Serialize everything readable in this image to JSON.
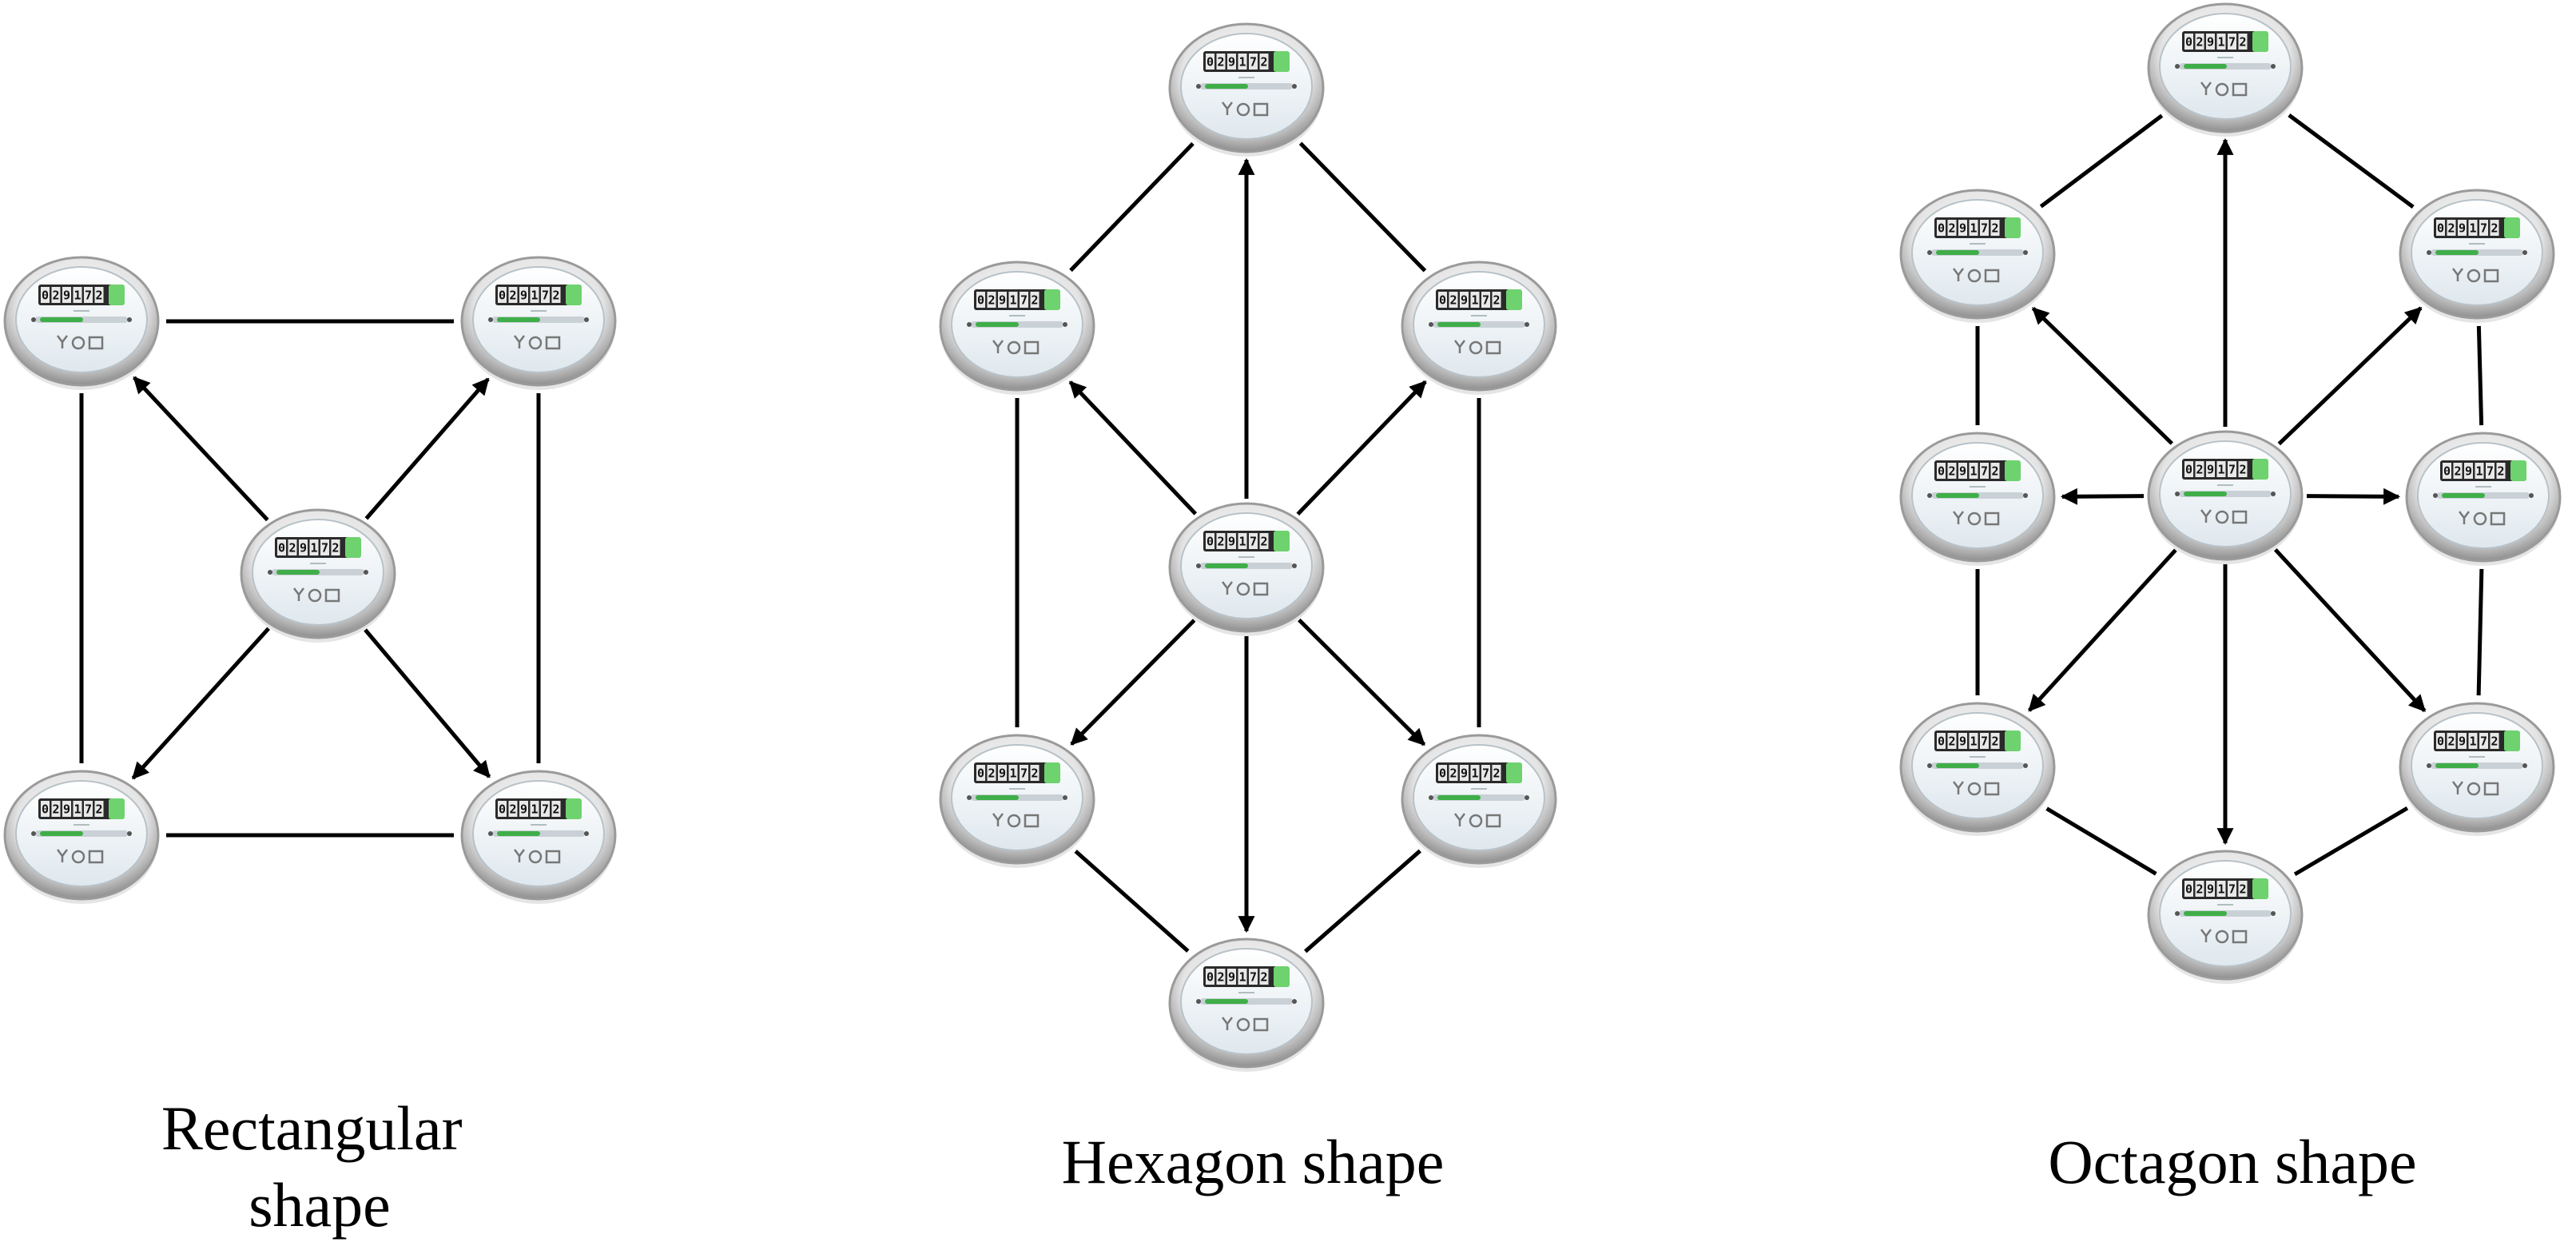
{
  "colors": {
    "line": "#000000",
    "meter_rim_outer": "#9a9a9a",
    "meter_rim_light": "#f2f2f2",
    "meter_face": "#eef4f8",
    "display_bg": "#2a2a2a",
    "display_digit_bg": "#e8e8e8",
    "display_green": "#6ed26e",
    "bar_green": "#3fae49"
  },
  "meter": {
    "icon": "electricity-meter-icon",
    "reading": "029172"
  },
  "diagrams": [
    {
      "key": "rectangular",
      "caption_lines": [
        "Rectangular",
        "shape"
      ],
      "topology": "rectangular",
      "center_node": "center",
      "outer_nodes": [
        "top-left",
        "top-right",
        "bottom-right",
        "bottom-left"
      ],
      "arrows_from_center": [
        "top-left",
        "top-right",
        "bottom-right",
        "bottom-left"
      ],
      "ring_edges": [
        [
          "top-left",
          "top-right"
        ],
        [
          "top-right",
          "bottom-right"
        ],
        [
          "bottom-right",
          "bottom-left"
        ],
        [
          "bottom-left",
          "top-left"
        ]
      ]
    },
    {
      "key": "hexagon",
      "caption_lines": [
        "Hexagon shape"
      ],
      "topology": "hexagon",
      "center_node": "center",
      "outer_nodes": [
        "top",
        "upper-right",
        "lower-right",
        "bottom",
        "lower-left",
        "upper-left"
      ],
      "arrows_from_center": [
        "top",
        "upper-right",
        "lower-right",
        "bottom",
        "lower-left",
        "upper-left"
      ],
      "ring_edges": [
        [
          "top",
          "upper-right"
        ],
        [
          "upper-right",
          "lower-right"
        ],
        [
          "lower-right",
          "bottom"
        ],
        [
          "bottom",
          "lower-left"
        ],
        [
          "lower-left",
          "upper-left"
        ],
        [
          "upper-left",
          "top"
        ]
      ]
    },
    {
      "key": "octagon",
      "caption_lines": [
        "Octagon shape"
      ],
      "topology": "octagon",
      "center_node": "center",
      "outer_nodes": [
        "top",
        "upper-right",
        "right",
        "lower-right",
        "bottom",
        "lower-left",
        "left",
        "upper-left"
      ],
      "arrows_from_center": [
        "top",
        "upper-right",
        "right",
        "lower-right",
        "bottom",
        "lower-left",
        "left",
        "upper-left"
      ],
      "ring_edges": [
        [
          "top",
          "upper-right"
        ],
        [
          "upper-right",
          "right"
        ],
        [
          "right",
          "lower-right"
        ],
        [
          "lower-right",
          "bottom"
        ],
        [
          "bottom",
          "lower-left"
        ],
        [
          "lower-left",
          "left"
        ],
        [
          "left",
          "upper-left"
        ],
        [
          "upper-left",
          "top"
        ]
      ]
    }
  ]
}
